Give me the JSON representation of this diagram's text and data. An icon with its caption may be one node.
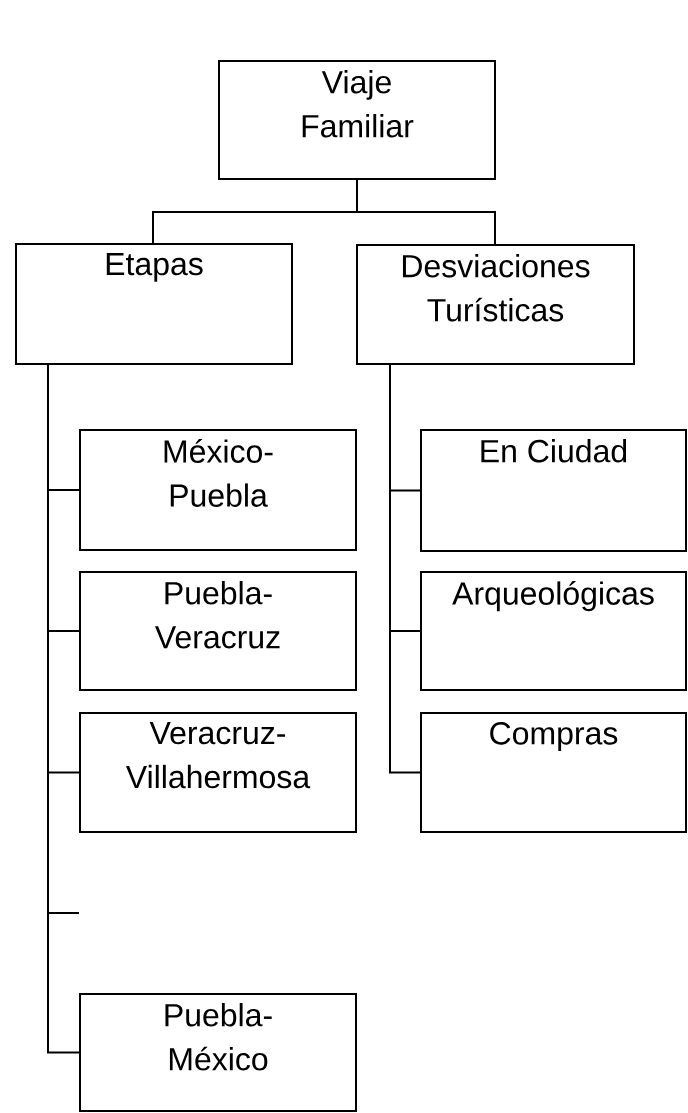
{
  "diagram": {
    "nodes": [
      {
        "text": [
          "Viaje Familiar"
        ]
      },
      {
        "text": [
          "Etapas"
        ]
      },
      {
        "text": [
          "Desviaciones Turísticas"
        ]
      },
      {
        "text": [
          "México-Puebla"
        ]
      },
      {
        "text": [
          "Puebla-Veracruz"
        ]
      },
      {
        "text": [
          "Veracruz-Villahermosa"
        ]
      },
      {
        "text": [
          "Puebla-México"
        ]
      },
      {
        "text": [
          "En Ciudad"
        ]
      },
      {
        "text": [
          "Arqueológicas"
        ]
      },
      {
        "text": [
          "Compras"
        ]
      }
    ],
    "edges": [
      {
        "from": 0,
        "to": 1,
        "arrow": "none"
      },
      {
        "from": 0,
        "to": 2,
        "arrow": "none"
      },
      {
        "from": 1,
        "to": 3,
        "arrow": "none"
      },
      {
        "from": 1,
        "to": 4,
        "arrow": "none"
      },
      {
        "from": 1,
        "to": 5,
        "arrow": "none"
      },
      {
        "from": 1,
        "to": null,
        "arrow": "none"
      },
      {
        "from": 1,
        "to": 6,
        "arrow": "none"
      },
      {
        "from": 2,
        "to": 7,
        "arrow": "none"
      },
      {
        "from": 2,
        "to": 8,
        "arrow": "none"
      },
      {
        "from": 2,
        "to": 9,
        "arrow": "none"
      }
    ]
  }
}
